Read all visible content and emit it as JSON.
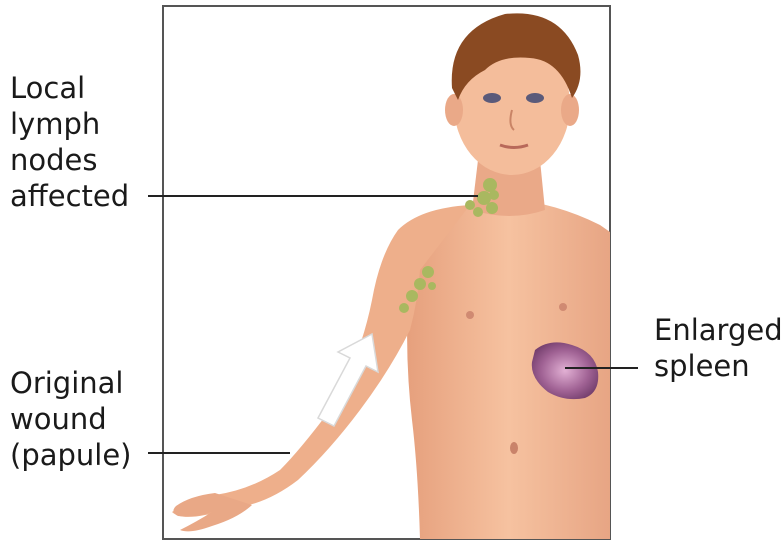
{
  "labels": {
    "lymph_nodes": [
      "Local",
      "lymph",
      "nodes",
      "affected"
    ],
    "original_wound": [
      "Original",
      "wound",
      "(papule)"
    ],
    "enlarged_spleen": [
      "Enlarged",
      "spleen"
    ]
  },
  "colors": {
    "skin": "#f2b48f",
    "skin_shadow": "#e29f7c",
    "hair": "#8a4a22",
    "lymph_node": "#a9b860",
    "spleen": "#9a5a8e",
    "leader_line": "#222222",
    "frame": "#555555"
  },
  "icons": {
    "arrow": "white-up-arrow"
  }
}
